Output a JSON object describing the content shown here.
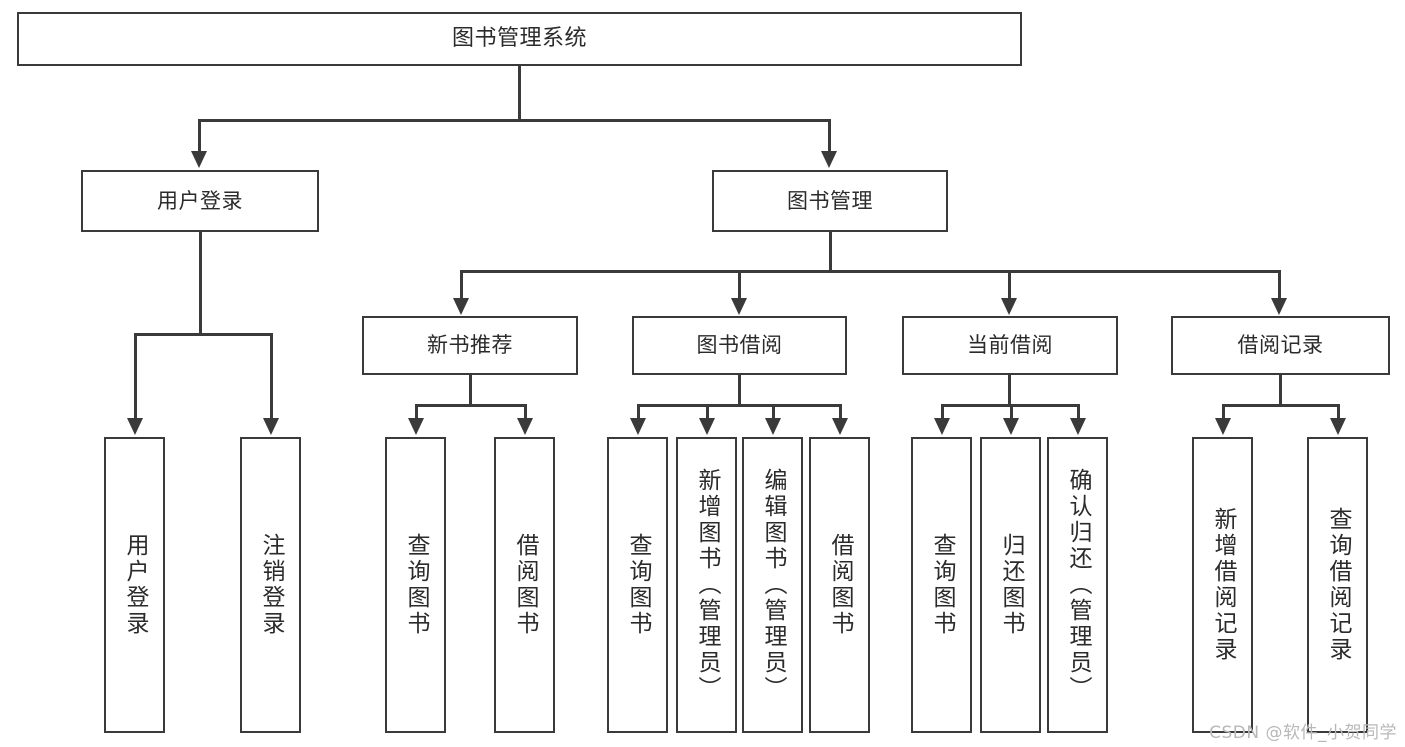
{
  "diagram": {
    "title": "图书管理系统",
    "root": {
      "label": "图书管理系统"
    },
    "level2": [
      {
        "label": "用户登录"
      },
      {
        "label": "图书管理"
      }
    ],
    "level3": [
      {
        "label": "新书推荐"
      },
      {
        "label": "图书借阅"
      },
      {
        "label": "当前借阅"
      },
      {
        "label": "借阅记录"
      }
    ],
    "leaves": {
      "user_login": [
        {
          "label": "用户登录"
        },
        {
          "label": "注销登录"
        }
      ],
      "new_book_recommend": [
        {
          "label": "查询图书"
        },
        {
          "label": "借阅图书"
        }
      ],
      "book_borrow": [
        {
          "label": "查询图书"
        },
        {
          "label": "新增图书（管理员）"
        },
        {
          "label": "编辑图书（管理员）"
        },
        {
          "label": "借阅图书"
        }
      ],
      "current_borrow": [
        {
          "label": "查询图书"
        },
        {
          "label": "归还图书"
        },
        {
          "label": "确认归还（管理员）"
        }
      ],
      "borrow_record": [
        {
          "label": "新增借阅记录"
        },
        {
          "label": "查询借阅记录"
        }
      ]
    }
  },
  "watermark": {
    "text": "CSDN @软件_小贺同学"
  },
  "colors": {
    "stroke": "#3a3a3a",
    "text": "#2b2b2b",
    "background": "#ffffff",
    "watermark": "#b8b8b8"
  }
}
